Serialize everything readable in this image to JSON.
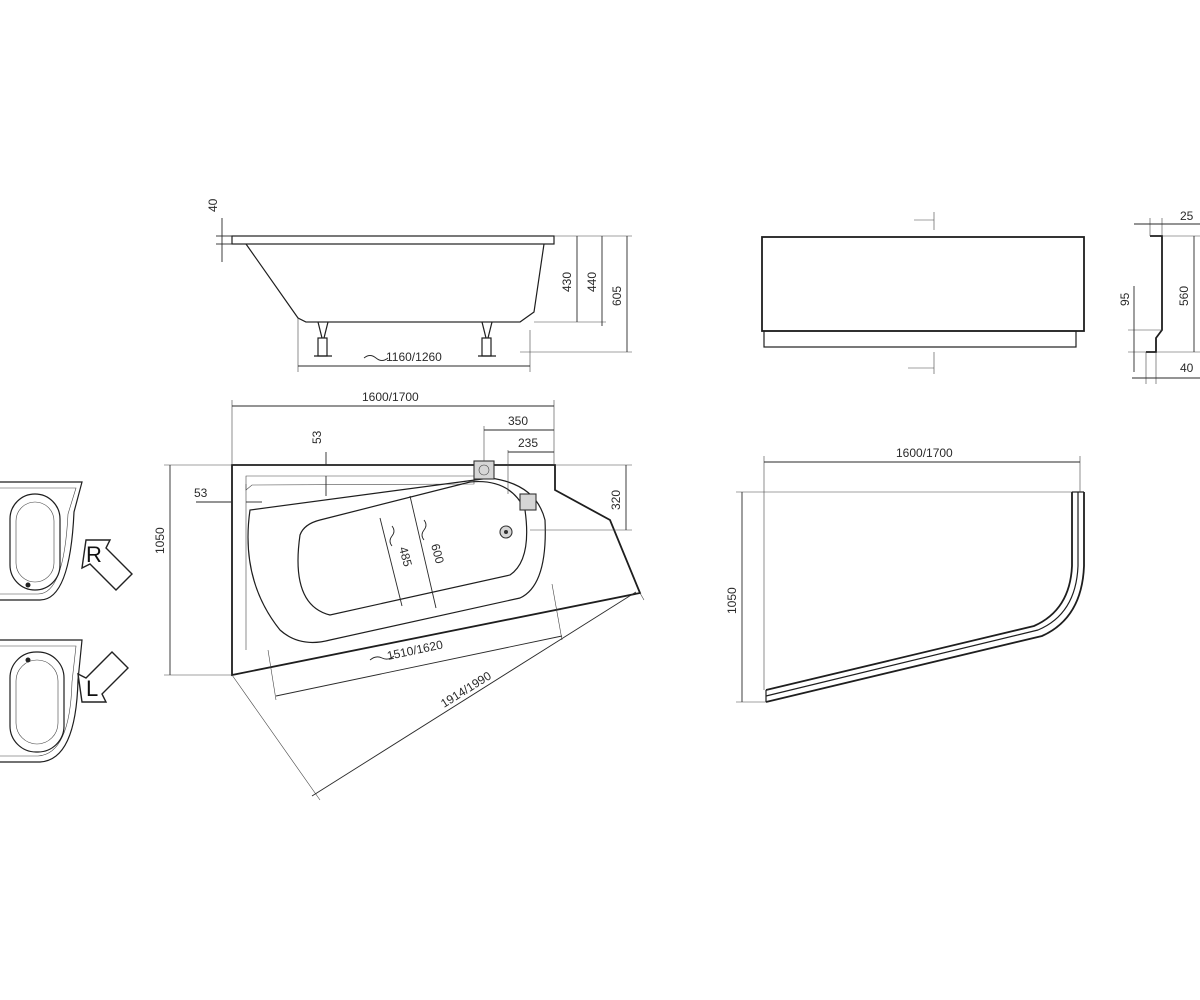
{
  "side_view": {
    "rim_height": "40",
    "depth_inner": "430",
    "depth_mid": "440",
    "total_height": "605",
    "bottom_length": "1160/1260"
  },
  "plan_view": {
    "length": "1600/1700",
    "overflow_offset": "350",
    "drain_offset": "235",
    "rim_top": "53",
    "rim_left": "53",
    "width": "1050",
    "drain_side": "320",
    "basin_width_inner": "485",
    "basin_width_outer": "600",
    "basin_length": "1510/1620",
    "diagonal": "1914/1990"
  },
  "panel_front": {},
  "panel_profile": {
    "lip_width": "25",
    "total_height": "560",
    "step_height": "95",
    "base_width": "40"
  },
  "panel_plan": {
    "length": "1600/1700",
    "width": "1050"
  },
  "orientation": {
    "right_label": "R",
    "left_label": "L"
  }
}
